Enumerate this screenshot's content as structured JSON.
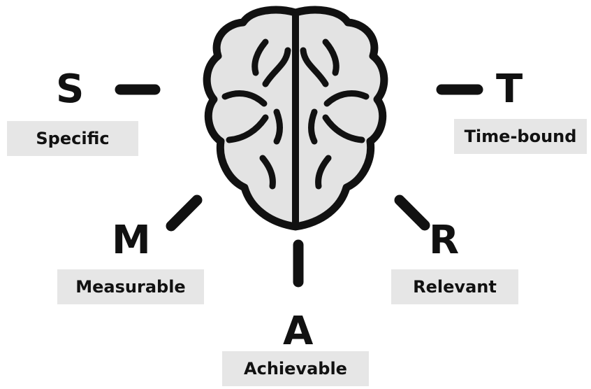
{
  "brain": {
    "icon": "brain-icon",
    "fill": "#e3e3e3",
    "stroke": "#111111"
  },
  "items": [
    {
      "id": "s",
      "letter": "S",
      "label": "Specific"
    },
    {
      "id": "m",
      "letter": "M",
      "label": "Measurable"
    },
    {
      "id": "a",
      "letter": "A",
      "label": "Achievable"
    },
    {
      "id": "r",
      "letter": "R",
      "label": "Relevant"
    },
    {
      "id": "t",
      "letter": "T",
      "label": "Time-bound"
    }
  ],
  "colors": {
    "label_bg": "#e6e6e6",
    "ink": "#111111"
  }
}
